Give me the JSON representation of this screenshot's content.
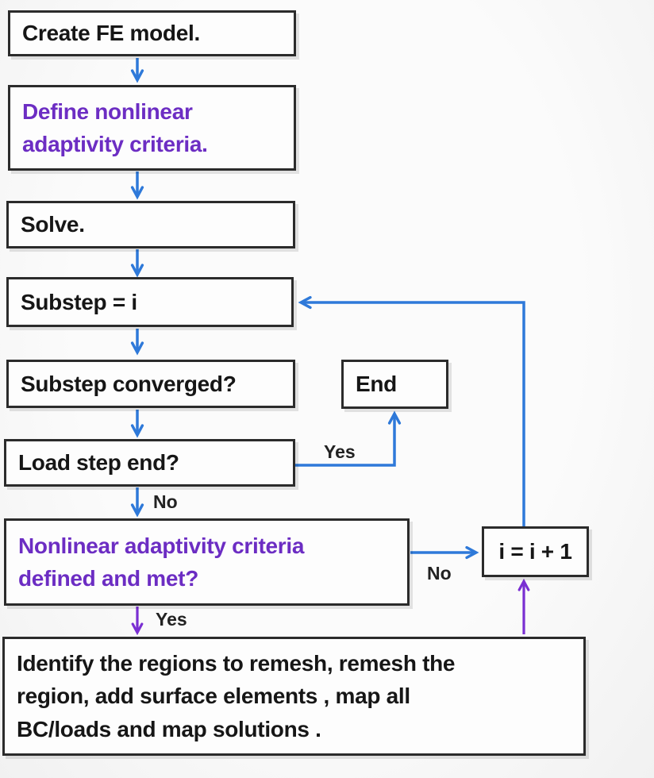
{
  "diagram": {
    "type": "flowchart",
    "colors": {
      "arrow_blue": "#2e79d9",
      "arrow_purple": "#7a2fd2",
      "text_purple": "#6c2dc3",
      "text_black": "#161616",
      "box_border": "#2b2b2b",
      "box_fill": "#fdfdfd",
      "background": "#fafafa"
    },
    "nodes": [
      {
        "id": "create",
        "color": "black",
        "lines": [
          "Create FE model."
        ]
      },
      {
        "id": "define",
        "color": "purple",
        "lines": [
          "Define nonlinear",
          "adaptivity criteria."
        ]
      },
      {
        "id": "solve",
        "color": "black",
        "lines": [
          "Solve."
        ]
      },
      {
        "id": "substep",
        "color": "black",
        "lines": [
          "Substep = i"
        ]
      },
      {
        "id": "converged",
        "color": "black",
        "lines": [
          "Substep converged?"
        ]
      },
      {
        "id": "end",
        "color": "black",
        "lines": [
          "End"
        ]
      },
      {
        "id": "loadstep",
        "color": "black",
        "lines": [
          "Load step end?"
        ]
      },
      {
        "id": "criteria",
        "color": "purple",
        "lines": [
          "Nonlinear adaptivity criteria",
          "defined and met?"
        ]
      },
      {
        "id": "increment",
        "color": "black",
        "lines": [
          "i = i + 1"
        ]
      },
      {
        "id": "remesh",
        "color": "black",
        "lines": [
          "Identify the regions to remesh, remesh the",
          "region, add surface elements , map all",
          "BC/loads and map solutions ."
        ]
      }
    ],
    "edges": [
      {
        "from": "create",
        "to": "define",
        "label": "",
        "color": "blue"
      },
      {
        "from": "define",
        "to": "solve",
        "label": "",
        "color": "blue"
      },
      {
        "from": "solve",
        "to": "substep",
        "label": "",
        "color": "blue"
      },
      {
        "from": "substep",
        "to": "converged",
        "label": "",
        "color": "blue"
      },
      {
        "from": "converged",
        "to": "loadstep",
        "label": "",
        "color": "blue"
      },
      {
        "from": "loadstep",
        "to": "end",
        "label": "Yes",
        "color": "blue"
      },
      {
        "from": "loadstep",
        "to": "criteria",
        "label": "No",
        "color": "blue"
      },
      {
        "from": "criteria",
        "to": "increment",
        "label": "No",
        "color": "blue"
      },
      {
        "from": "criteria",
        "to": "remesh",
        "label": "Yes",
        "color": "purple"
      },
      {
        "from": "remesh",
        "to": "increment",
        "label": "",
        "color": "purple"
      },
      {
        "from": "increment",
        "to": "substep",
        "label": "",
        "color": "blue"
      }
    ]
  }
}
